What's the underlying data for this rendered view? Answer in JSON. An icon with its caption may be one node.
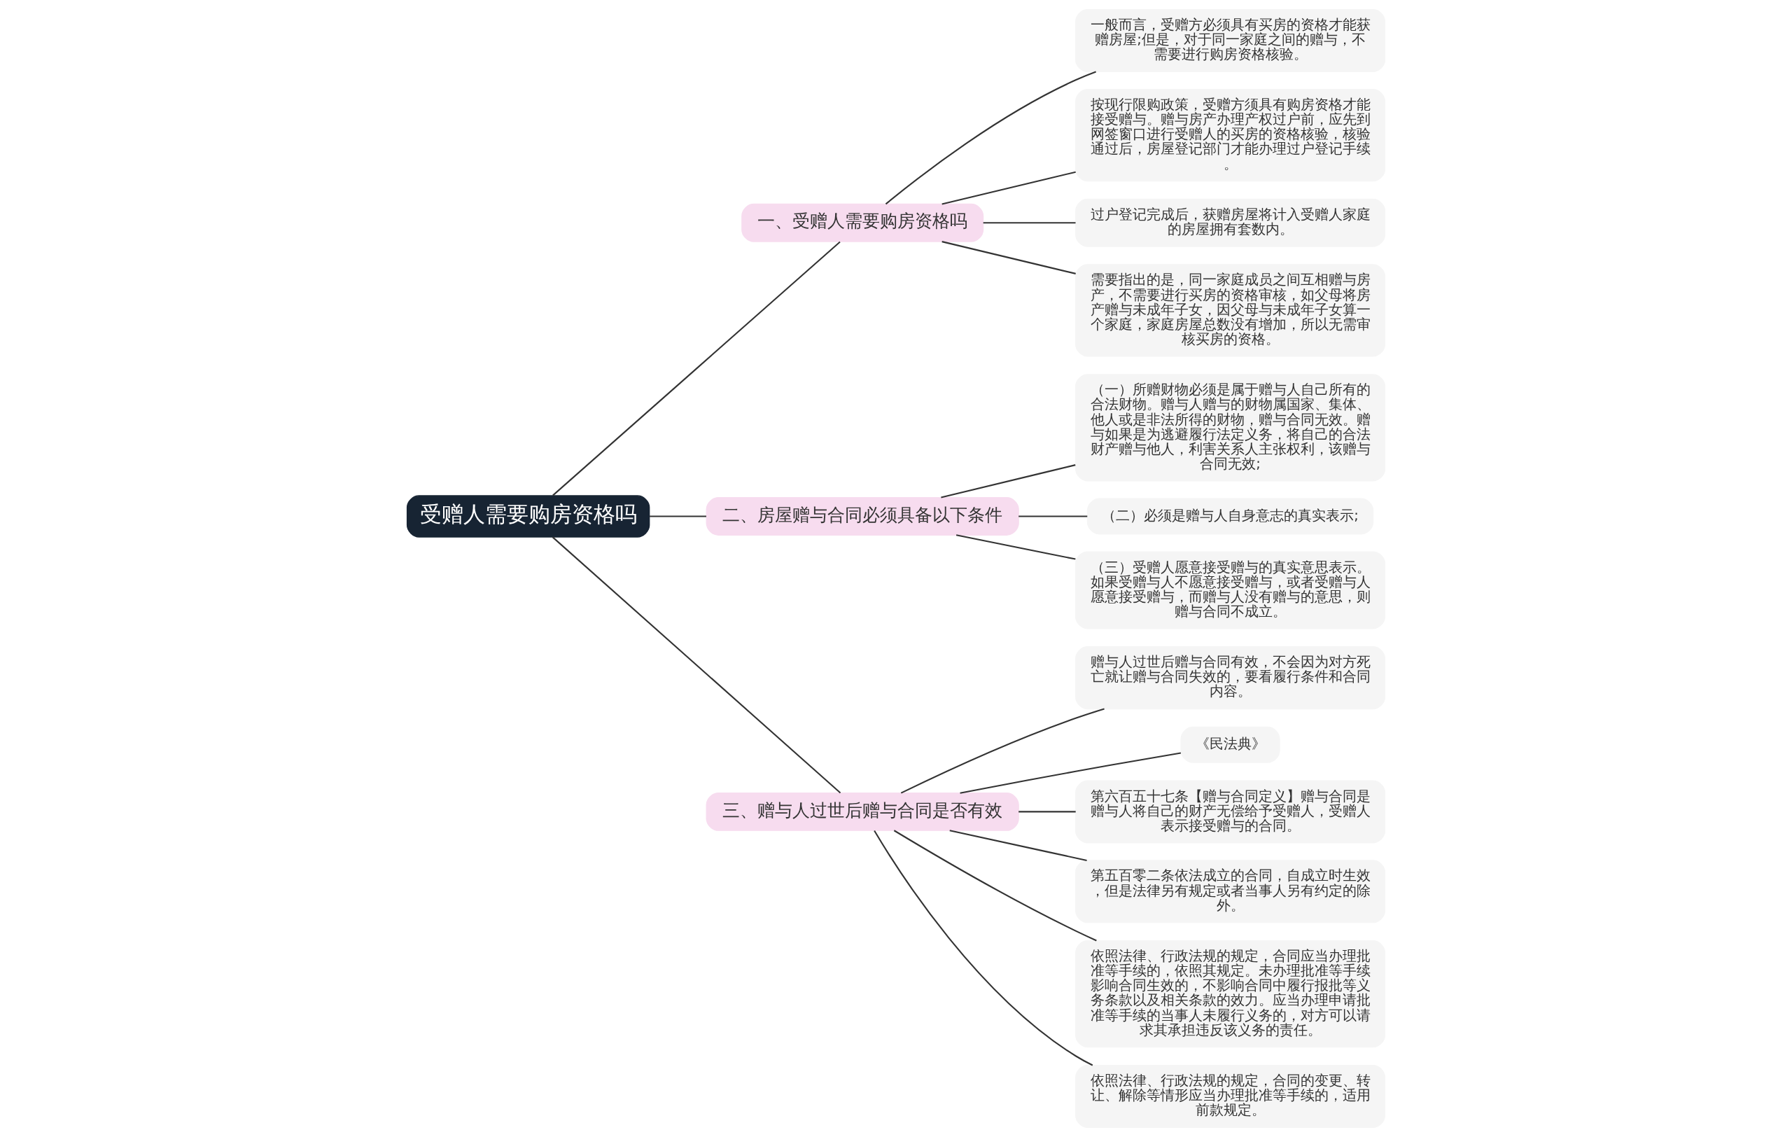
{
  "diagram": {
    "nodes": [
      {
        "text": [
          "受赠人需要购房资格吗"
        ]
      },
      {
        "text": [
          "一、受赠人需要购房资格吗"
        ]
      },
      {
        "text": [
          "一般而言，受赠方必须具有买房的资格才能获赠房屋;但是，对于同一家庭之间的赠与，不需要进行购房资格核验。"
        ]
      },
      {
        "text": [
          "按现行限购政策，受赠方须具有购房资格才能接受赠与。赠与房产办理产权过户前，应先到网签窗口进行受赠人的买房的资格核验，核验通过后，房屋登记部门才能办理过户登记手续。"
        ]
      },
      {
        "text": [
          "过户登记完成后，获赠房屋将计入受赠人家庭的房屋拥有套数内。"
        ]
      },
      {
        "text": [
          "需要指出的是，同一家庭成员之间互相赠与房产，不需要进行买房的资格审核，如父母将房产赠与未成年子女，因父母与未成年子女算一个家庭，家庭房屋总数没有增加，所以无需审核买房的资格。"
        ]
      },
      {
        "text": [
          "二、房屋赠与合同必须具备以下条件"
        ]
      },
      {
        "text": [
          "（一）所赠财物必须是属于赠与人自己所有的合法财物。赠与人赠与的财物属国家、集体、他人或是非法所得的财物，赠与合同无效。赠与如果是为逃避履行法定义务，将自己的合法财产赠与他人，利害关系人主张权利，该赠与合同无效;"
        ]
      },
      {
        "text": [
          "（二）必须是赠与人自身意志的真实表示;"
        ]
      },
      {
        "text": [
          "（三）受赠人愿意接受赠与的真实意思表示。如果受赠与人不愿意接受赠与，或者受赠与人愿意接受赠与，而赠与人没有赠与的意思，则赠与合同不成立。"
        ]
      },
      {
        "text": [
          "三、赠与人过世后赠与合同是否有效"
        ]
      },
      {
        "text": [
          "赠与人过世后赠与合同有效，不会因为对方死亡就让赠与合同失效的，要看履行条件和合同内容。"
        ]
      },
      {
        "text": [
          "《民法典》"
        ]
      },
      {
        "text": [
          "第六百五十七条【赠与合同定义】赠与合同是赠与人将自己的财产无偿给予受赠人，受赠人表示接受赠与的合同。"
        ]
      },
      {
        "text": [
          "第五百零二条依法成立的合同，自成立时生效，但是法律另有规定或者当事人另有约定的除外。"
        ]
      },
      {
        "text": [
          "依照法律、行政法规的规定，合同应当办理批准等手续的，依照其规定。未办理批准等手续影响合同生效的，不影响合同中履行报批等义务条款以及相关条款的效力。应当办理申请批准等手续的当事人未履行义务的，对方可以请求其承担违反该义务的责任。"
        ]
      },
      {
        "text": [
          "依照法律、行政法规的规定，合同的变更、转让、解除等情形应当办理批准等手续的，适用前款规定。"
        ]
      }
    ],
    "edges": [
      {
        "from": 0,
        "to": 1,
        "arrow": "none"
      },
      {
        "from": 1,
        "to": 2,
        "arrow": "none"
      },
      {
        "from": 1,
        "to": 3,
        "arrow": "none"
      },
      {
        "from": 1,
        "to": 4,
        "arrow": "none"
      },
      {
        "from": 1,
        "to": 5,
        "arrow": "none"
      },
      {
        "from": 0,
        "to": 6,
        "arrow": "none"
      },
      {
        "from": 6,
        "to": 7,
        "arrow": "none"
      },
      {
        "from": 6,
        "to": 8,
        "arrow": "none"
      },
      {
        "from": 6,
        "to": 9,
        "arrow": "none"
      },
      {
        "from": 0,
        "to": 10,
        "arrow": "none"
      },
      {
        "from": 10,
        "to": 11,
        "arrow": "none"
      },
      {
        "from": 10,
        "to": 12,
        "arrow": "none"
      },
      {
        "from": 10,
        "to": 13,
        "arrow": "none"
      },
      {
        "from": 10,
        "to": 14,
        "arrow": "none"
      },
      {
        "from": 10,
        "to": 15,
        "arrow": "none"
      },
      {
        "from": 10,
        "to": 16,
        "arrow": "none"
      }
    ]
  }
}
